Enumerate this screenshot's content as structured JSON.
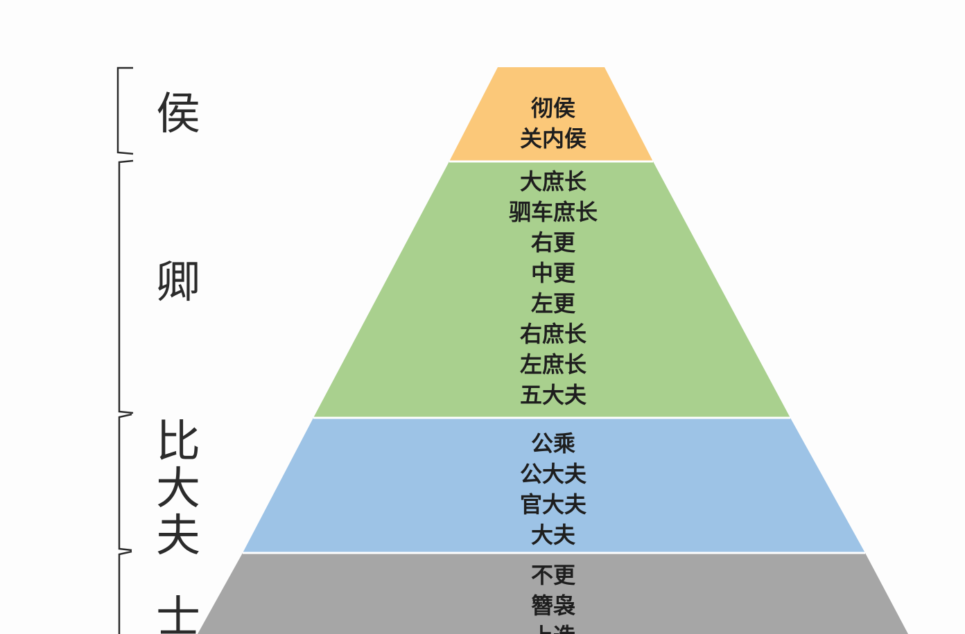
{
  "tiers": [
    {
      "id": "hou",
      "group_label": "侯",
      "color": "#fbc879",
      "titles": [
        "彻侯",
        "关内侯"
      ]
    },
    {
      "id": "qing",
      "group_label": "卿",
      "color": "#a9d08e",
      "titles": [
        "大庶长",
        "驷车庶长",
        "右更",
        "中更",
        "左更",
        "右庶长",
        "左庶长",
        "五大夫"
      ]
    },
    {
      "id": "dafu",
      "group_label": "比大夫",
      "color": "#9dc3e6",
      "titles": [
        "公乘",
        "公大夫",
        "官大夫",
        "大夫"
      ]
    },
    {
      "id": "shi",
      "group_label": "士",
      "color": "#a6a6a6",
      "titles": [
        "不更",
        "簪袅",
        "上造"
      ]
    }
  ],
  "colors": {
    "background": "#fdfdfd",
    "bracket": "#2b2b2b",
    "text": "#1e1e1e"
  }
}
